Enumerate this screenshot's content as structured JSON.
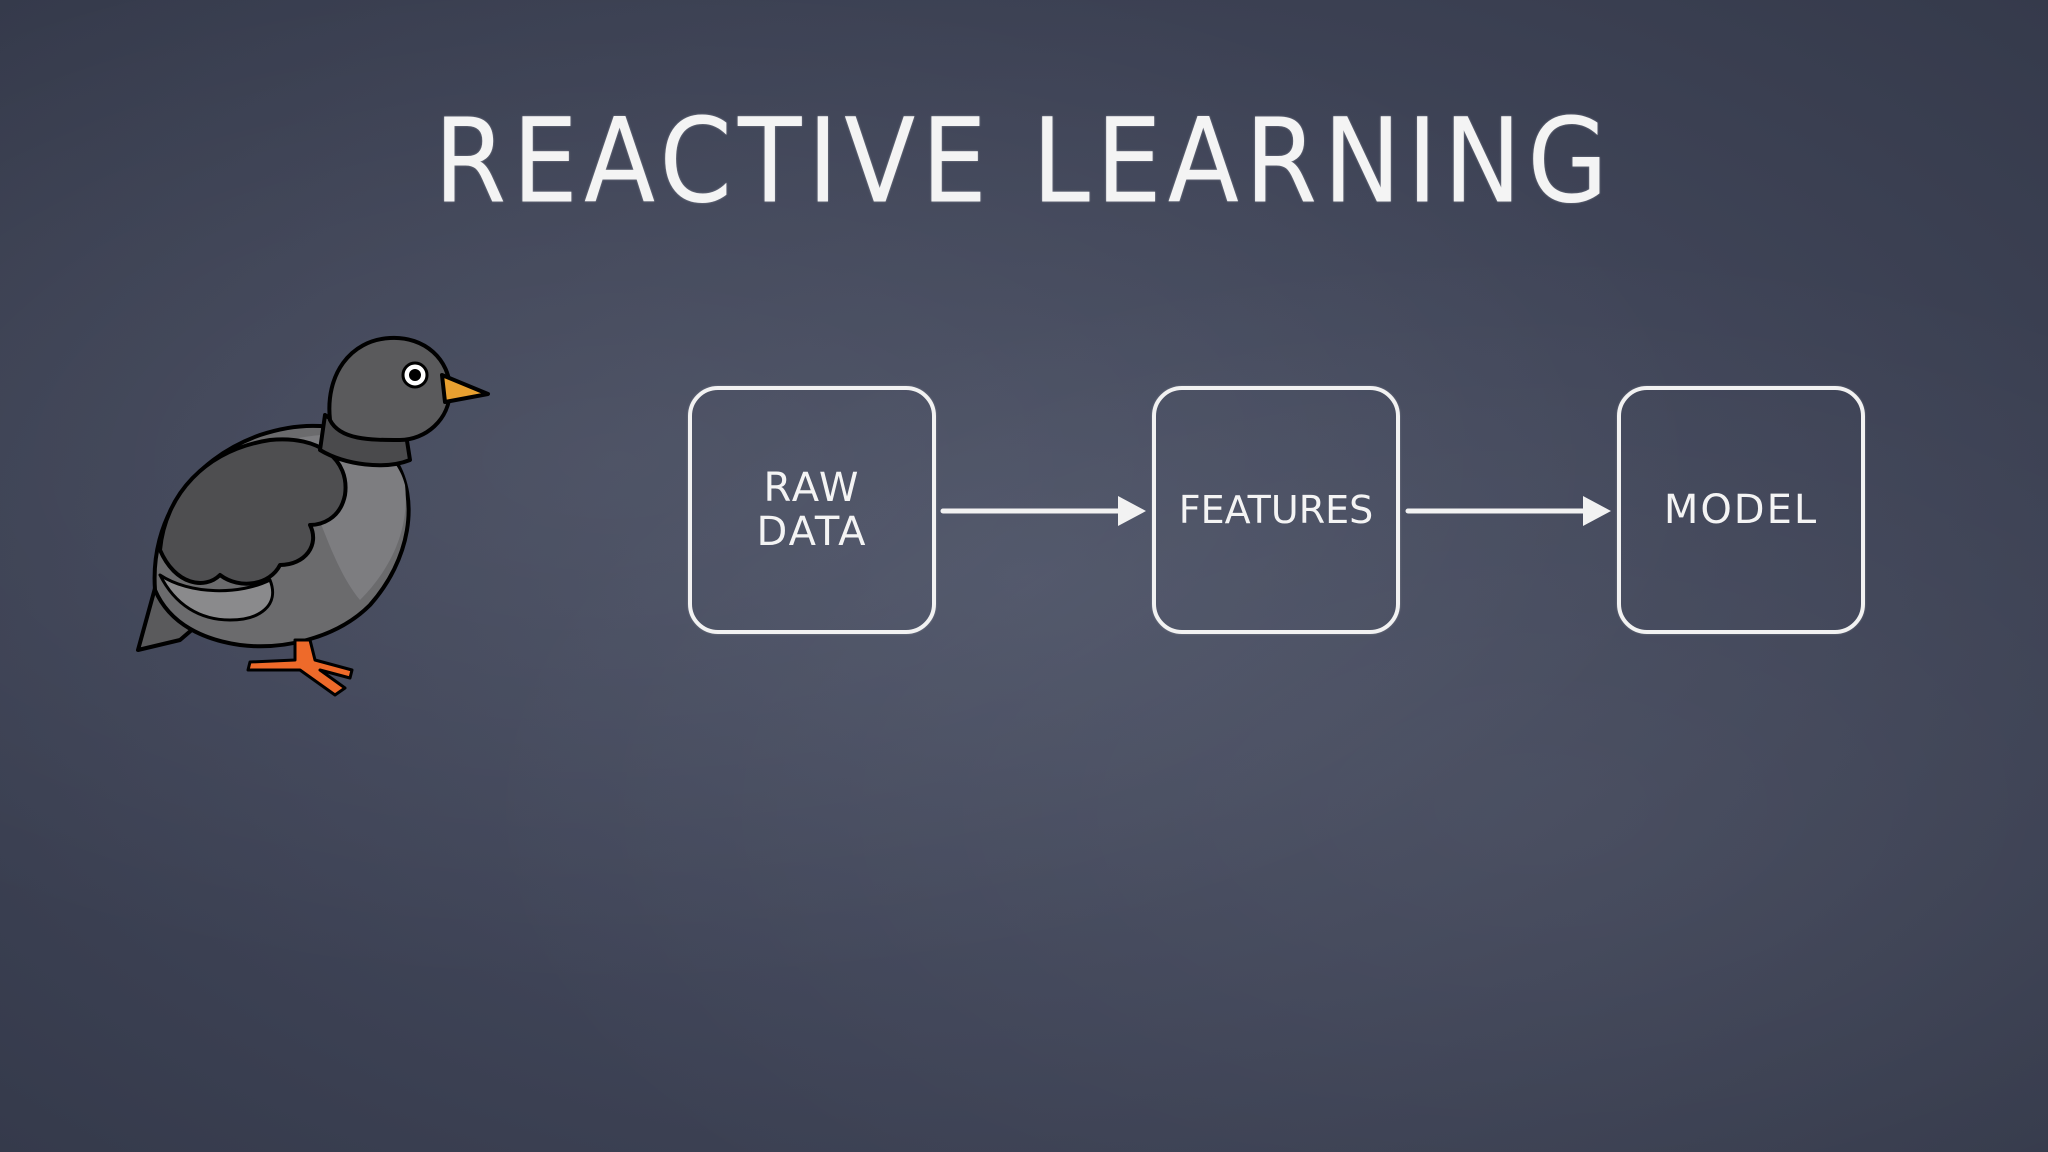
{
  "slide": {
    "title": "Reactive Learning"
  },
  "diagram": {
    "nodes": [
      {
        "id": "raw-data",
        "label": "RAW\nDATA"
      },
      {
        "id": "features",
        "label": "FEATURES"
      },
      {
        "id": "model",
        "label": "MODEL"
      }
    ],
    "edges": [
      {
        "from": "raw-data",
        "to": "features"
      },
      {
        "from": "features",
        "to": "model"
      }
    ]
  },
  "colors": {
    "board": "#3f4457",
    "chalk": "#f2f2f2",
    "pigeon_body": "#5a5a5c",
    "pigeon_wing": "#8a8a8c",
    "pigeon_beak": "#e8a030",
    "pigeon_feet": "#ee6a2a"
  },
  "icons": {
    "bird": "pigeon-illustration"
  }
}
